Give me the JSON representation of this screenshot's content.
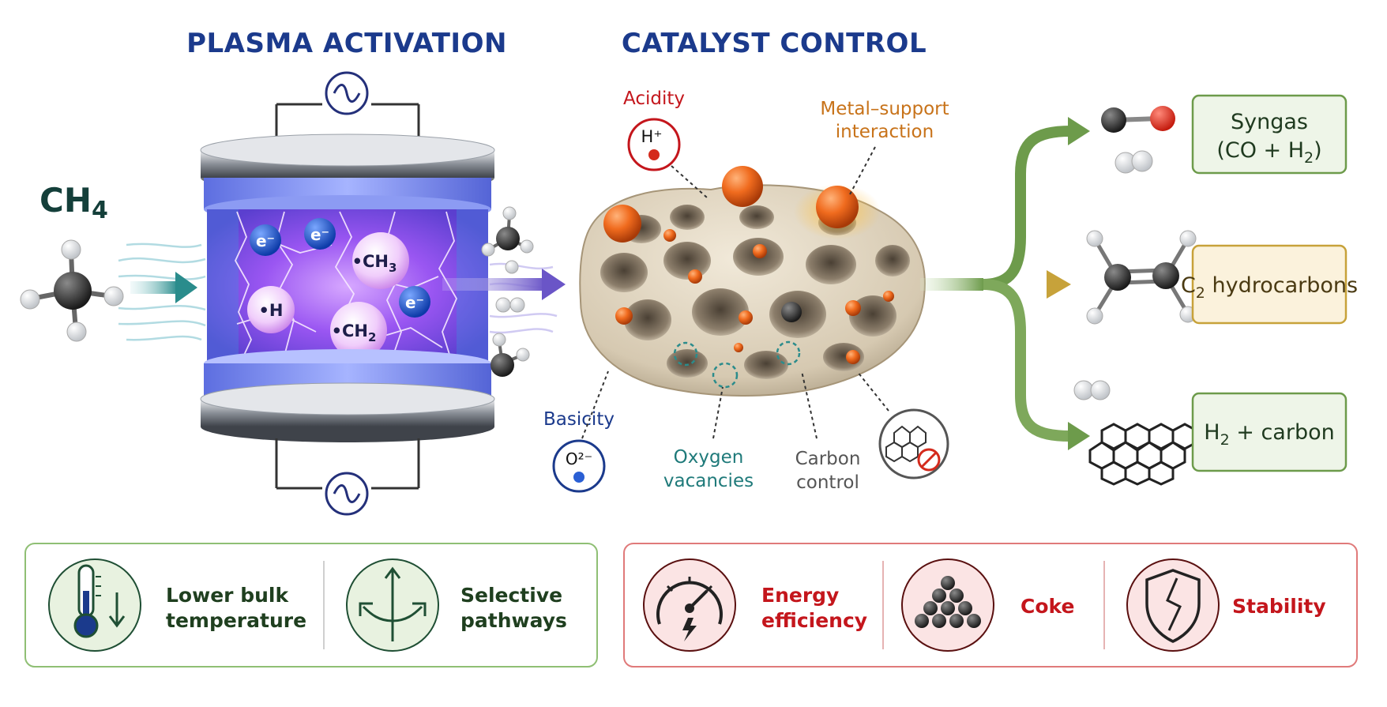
{
  "titles": {
    "plasma": "PLASMA ACTIVATION",
    "catalyst": "CATALYST CONTROL"
  },
  "feed": {
    "base": "CH",
    "sub": "4"
  },
  "plasma_species": [
    {
      "label": "e⁻"
    },
    {
      "label": "e⁻"
    },
    {
      "label": "•CH",
      "sub": "3"
    },
    {
      "label": "•H"
    },
    {
      "label": "•CH",
      "sub": "2"
    },
    {
      "label": "e⁻"
    }
  ],
  "catalyst_labels": {
    "acidity": "Acidity",
    "acidity_symbol": "H⁺",
    "metal_support_1": "Metal–support",
    "metal_support_2": "interaction",
    "basicity": "Basicity",
    "basicity_symbol": "O²⁻",
    "oxygen_1": "Oxygen",
    "oxygen_2": "vacancies",
    "carbon_1": "Carbon",
    "carbon_2": "control"
  },
  "products": {
    "syngas_1": "Syngas",
    "syngas_2a": "(CO + H",
    "syngas_2sub": "2",
    "syngas_2b": ")",
    "c2_base": "C",
    "c2_sub": "2",
    "c2_rest": " hydrocarbons",
    "h2_base": "H",
    "h2_sub": "2",
    "h2_rest": " + carbon"
  },
  "benefits": [
    {
      "icon": "thermometer-down-icon",
      "line1": "Lower bulk",
      "line2": "temperature"
    },
    {
      "icon": "branching-arrows-icon",
      "line1": "Selective",
      "line2": "pathways"
    }
  ],
  "challenges": [
    {
      "icon": "gauge-icon",
      "line1": "Energy",
      "line2": "efficiency"
    },
    {
      "icon": "coke-pile-icon",
      "line1": "Coke",
      "line2": ""
    },
    {
      "icon": "cracked-shield-icon",
      "line1": "Stability",
      "line2": ""
    }
  ],
  "colors": {
    "title_blue": "#1b3a8c",
    "green_accent": "#6d9b4b",
    "red_accent": "#c4161c",
    "gold_accent": "#c7a23a",
    "plasma_purple": "#8a3ff0"
  }
}
